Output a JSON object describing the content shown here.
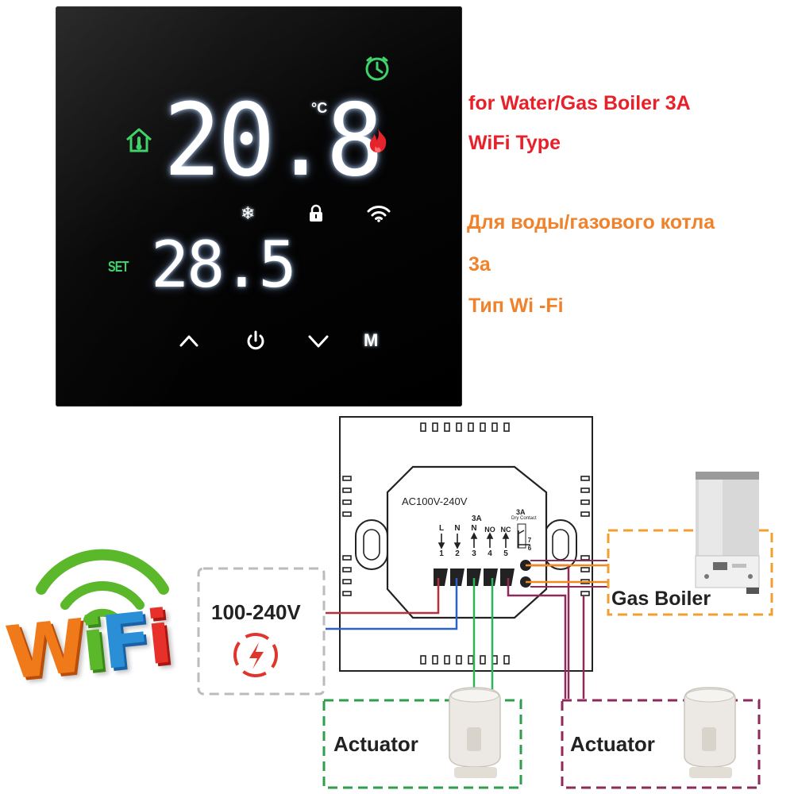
{
  "display": {
    "room_temp": "20.8",
    "unit": "°C",
    "set_label": "SET",
    "set_temp": "28.5",
    "mode_button": "M"
  },
  "spec": {
    "english": [
      "for Water/Gas Boiler 3A",
      "WiFi Type"
    ],
    "russian": [
      "Для воды/газового котла",
      "3a",
      "Тип Wi -Fi"
    ]
  },
  "wiring": {
    "voltage_label": "AC100V-240V",
    "current_label": "3A",
    "dry_contact_current": "3A",
    "dry_contact_label": "Dry Contact",
    "terminals": [
      {
        "name": "L",
        "num": "1"
      },
      {
        "name": "N",
        "num": "2"
      },
      {
        "name": "N",
        "num": "3"
      },
      {
        "name": "NO",
        "num": "4"
      },
      {
        "name": "NC",
        "num": "5"
      }
    ],
    "dry_terminals": [
      "7",
      "6"
    ],
    "power_label": "100-240V",
    "boiler_label": "Gas Boiler",
    "actuator_left": "Actuator",
    "actuator_right": "Actuator"
  },
  "logo": {
    "text": "WiFi",
    "colors": {
      "w": "#f07a1a",
      "i": "#5bb82b",
      "f": "#2b8fd8",
      "i2": "#e8302a",
      "arcs": "#5bb82b"
    }
  },
  "colors": {
    "display_white": "#ffffff",
    "icon_green": "#3fd36a",
    "flame_red": "#e5232a",
    "wire_red": "#b5303a",
    "wire_blue": "#2d63c8",
    "wire_green": "#2bb55a",
    "wire_purple": "#8e2a5a",
    "wire_orange": "#f08a1f",
    "box_grey": "#bbbbbb",
    "box_green": "#2e9e4e",
    "box_purple": "#8e2a5a",
    "box_orange": "#f0a030"
  }
}
